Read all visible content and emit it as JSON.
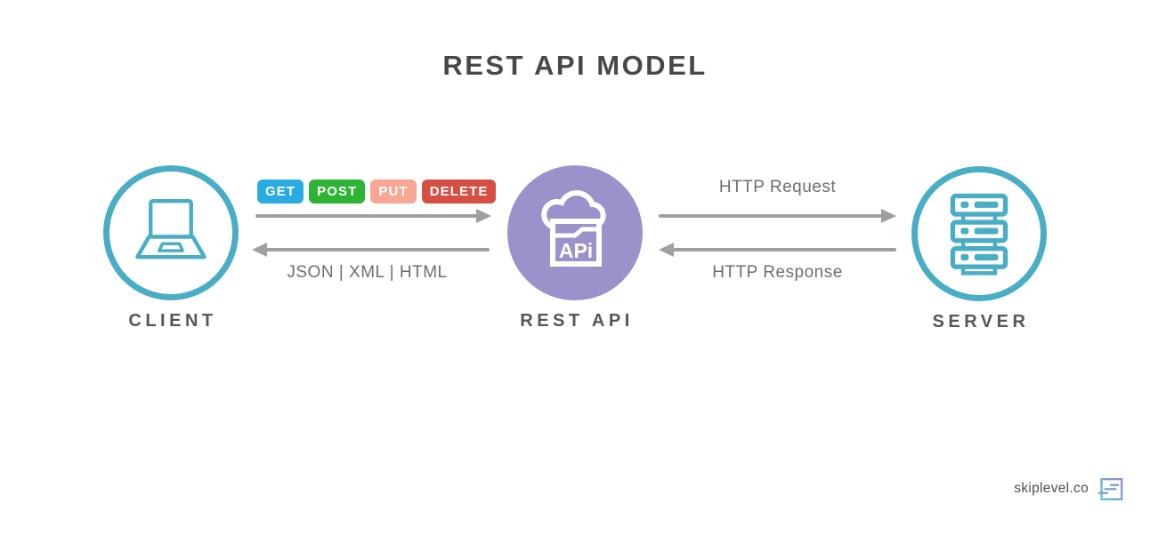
{
  "title": "REST API MODEL",
  "client": {
    "label": "CLIENT"
  },
  "api": {
    "label": "REST API",
    "icon_text": "APi"
  },
  "server": {
    "label": "SERVER"
  },
  "methods": [
    {
      "label": "GET",
      "color": "#29abe2"
    },
    {
      "label": "POST",
      "color": "#2eb434"
    },
    {
      "label": "PUT",
      "color": "#f9a795"
    },
    {
      "label": "DELETE",
      "color": "#d64f44"
    }
  ],
  "client_api": {
    "response_formats": "JSON | XML | HTML"
  },
  "api_server": {
    "request": "HTTP Request",
    "response": "HTTP Response"
  },
  "footer": {
    "brand": "skiplevel.co"
  },
  "colors": {
    "teal": "#4aadc6",
    "purple": "#9c92cb",
    "arrow": "#9f9f9f",
    "title": "#47484a",
    "label": "#54575a",
    "annotation": "#6e6e6e"
  }
}
